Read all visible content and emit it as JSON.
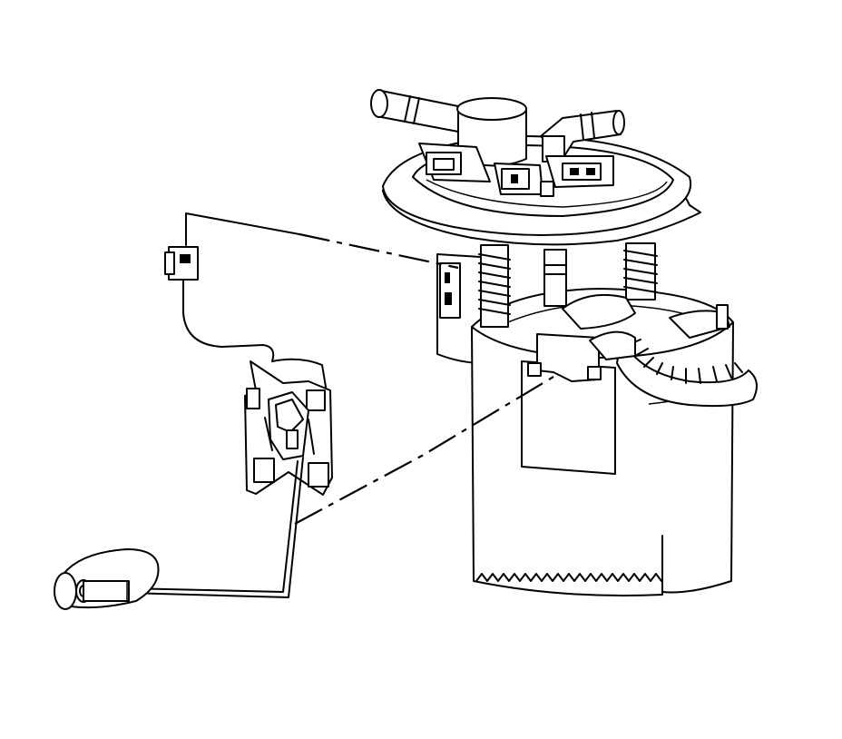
{
  "diagram": {
    "subject": "fuel-pump-module-with-fuel-level-sensor",
    "colors": {
      "line": "#000000",
      "background": "#ffffff"
    },
    "parts": [
      "fuel-pump-module-reservoir",
      "module-flange",
      "flange-electrical-connectors",
      "fuel-feed-pipe",
      "support-springs",
      "wiring-harness",
      "fuel-level-sensor",
      "sensor-connector",
      "float-arm",
      "float"
    ]
  }
}
